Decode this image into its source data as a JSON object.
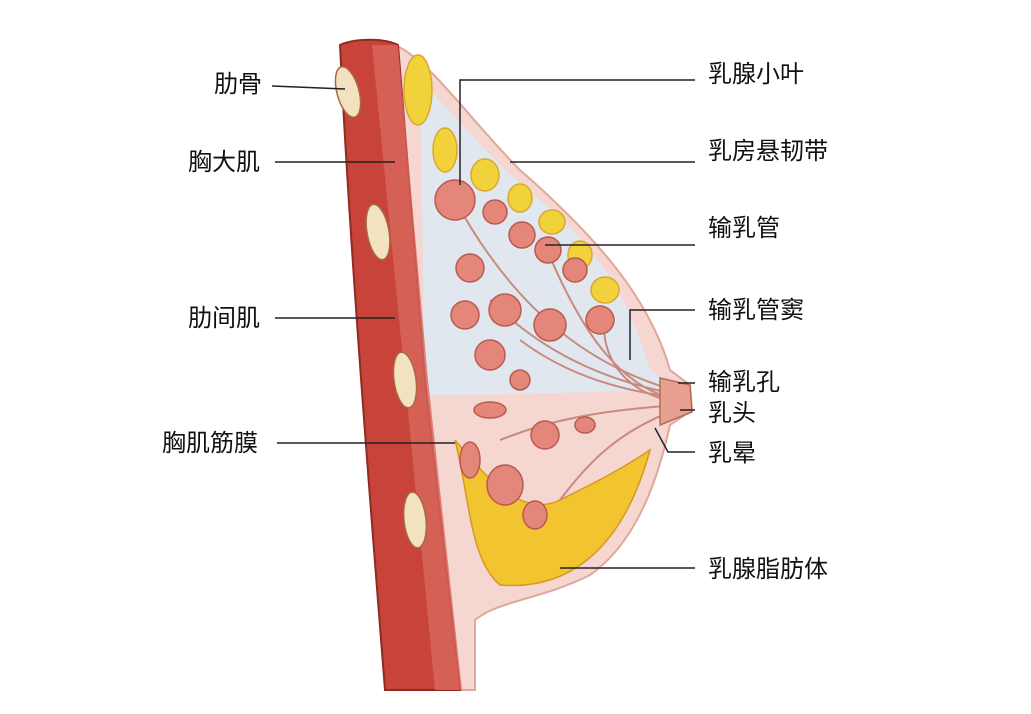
{
  "labels_left": [
    {
      "id": "rib",
      "text": "肋骨"
    },
    {
      "id": "pectoralis-major",
      "text": "胸大肌"
    },
    {
      "id": "intercostal",
      "text": "肋间肌"
    },
    {
      "id": "pectoral-fascia",
      "text": "胸肌筋膜"
    }
  ],
  "labels_right": [
    {
      "id": "lobule",
      "text": "乳腺小叶"
    },
    {
      "id": "suspensory-ligament",
      "text": "乳房悬韧带"
    },
    {
      "id": "lactiferous-duct",
      "text": "输乳管"
    },
    {
      "id": "lactiferous-sinus",
      "text": "输乳管窦"
    },
    {
      "id": "duct-opening",
      "text": "输乳孔"
    },
    {
      "id": "nipple",
      "text": "乳头"
    },
    {
      "id": "areola",
      "text": "乳晕"
    },
    {
      "id": "fat-body",
      "text": "乳腺脂肪体"
    }
  ],
  "colors": {
    "muscle": "#c8433a",
    "fat": "#f2c530",
    "gland": "#e5867a",
    "tissue": "#f6d6d0",
    "ducts": "#cfe0ee"
  }
}
